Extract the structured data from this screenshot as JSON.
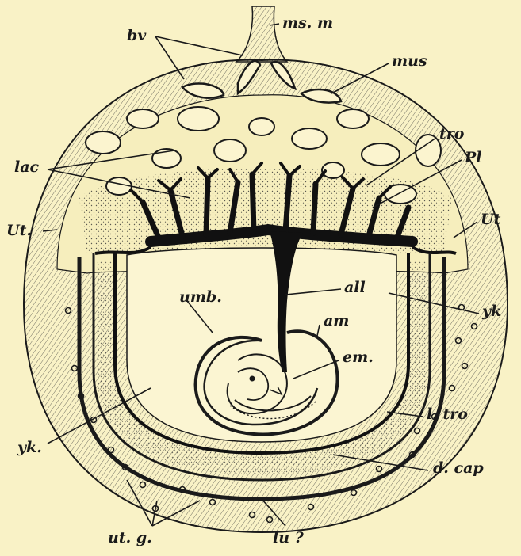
{
  "figure": {
    "background": "#f9f2c6",
    "ink": "#1a1a1a",
    "labels": {
      "ms_m": "ms. m",
      "bv": "bv",
      "mus": "mus",
      "tro": "tro",
      "lac": "lac",
      "pl": "Pl",
      "ut_left": "Ut.",
      "ut_right": "Ut",
      "all": "all",
      "yk_right": "yk",
      "umb": "umb.",
      "am": "am",
      "em": "em.",
      "l_tro": "l. tro",
      "yk_left": "yk.",
      "d_cap": "d. cap",
      "ut_g": "ut. g.",
      "lu": "lu ?"
    }
  }
}
